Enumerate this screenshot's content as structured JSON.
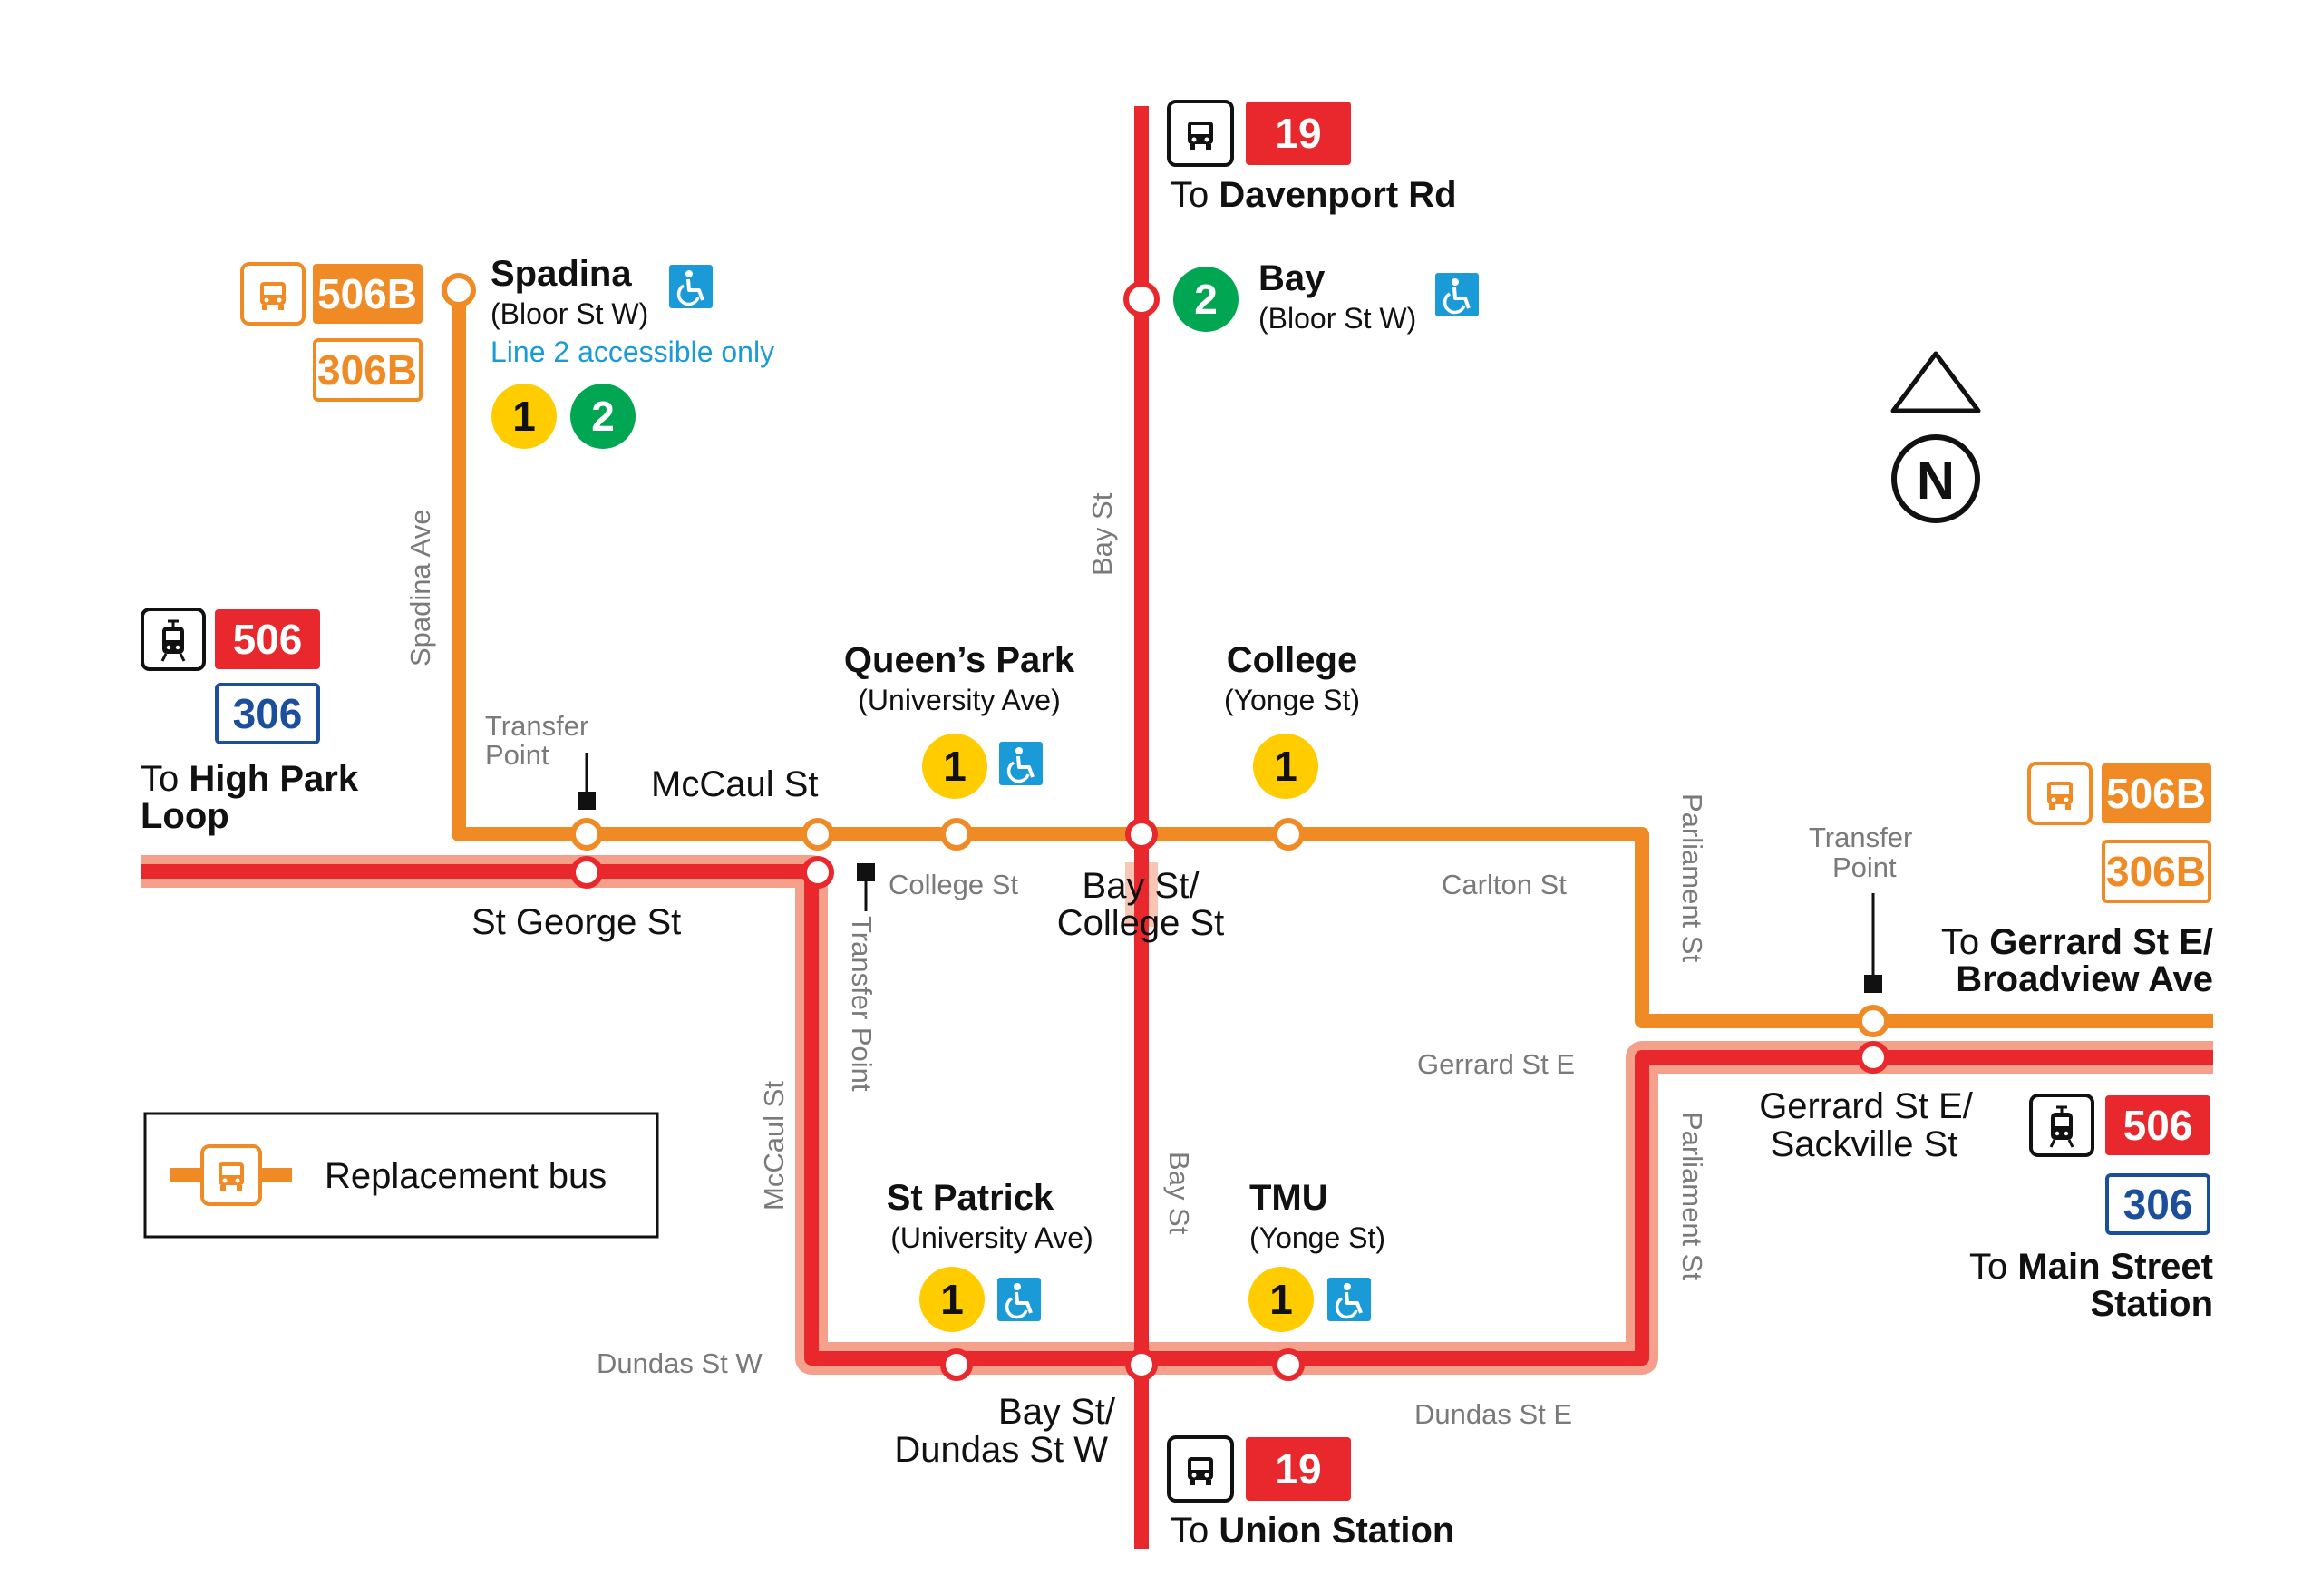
{
  "colors": {
    "streetcar_red": "#e8282c",
    "streetcar_halo": "#f5a08a",
    "replacement_orange": "#f08a24",
    "line1_yellow": "#ffcc00",
    "line2_green": "#00a651",
    "accessible_blue": "#1a9bd7",
    "route306_blue": "#1b4f9c"
  },
  "stations": {
    "spadina": {
      "name": "Spadina",
      "sub": "(Bloor St W)",
      "note": "Line 2 accessible only",
      "lines": [
        "1",
        "2"
      ]
    },
    "bay": {
      "name": "Bay",
      "sub": "(Bloor St W)",
      "lines": [
        "2"
      ]
    },
    "queens_park": {
      "name": "Queen’s Park",
      "sub": "(University Ave)",
      "lines": [
        "1"
      ]
    },
    "college": {
      "name": "College",
      "sub": "(Yonge St)",
      "lines": [
        "1"
      ]
    },
    "st_patrick": {
      "name": "St Patrick",
      "sub": "(University Ave)",
      "lines": [
        "1"
      ]
    },
    "tmu": {
      "name": "TMU",
      "sub": "(Yonge St)",
      "lines": [
        "1"
      ]
    }
  },
  "stops": {
    "mccaul": "McCaul St",
    "st_george": "St George St",
    "bay_college_1": "Bay St/",
    "bay_college_2": "College St",
    "bay_dundas_1": "Bay St/",
    "bay_dundas_2": "Dundas St W",
    "gerrard_sackville_1": "Gerrard St E/",
    "gerrard_sackville_2": "Sackville St"
  },
  "streets": {
    "spadina_ave": "Spadina Ave",
    "bay_st_north": "Bay St",
    "bay_st_south": "Bay St",
    "college_st": "College St",
    "carlton_st": "Carlton St",
    "parliament_north": "Parliament St",
    "parliament_south": "Parliament St",
    "gerrard_st_e": "Gerrard St E",
    "mccaul_st": "McCaul St",
    "dundas_st_w": "Dundas St W",
    "dundas_st_e": "Dundas St E"
  },
  "transfer_points": {
    "west_1": "Transfer",
    "west_2": "Point",
    "mccaul": "Transfer Point",
    "east_1": "Transfer",
    "east_2": "Point"
  },
  "routes": {
    "r19": "19",
    "r506": "506",
    "r306": "306",
    "r506b": "506B",
    "r306b": "306B"
  },
  "destinations": {
    "north": {
      "prefix": "To ",
      "name": "Davenport Rd"
    },
    "south": {
      "prefix": "To ",
      "name": "Union Station"
    },
    "west": {
      "prefix": "To ",
      "name_1": "High Park",
      "name_2": "Loop"
    },
    "east_bus": {
      "prefix": "To ",
      "name_1": "Gerrard St E/",
      "name_2": "Broadview Ave"
    },
    "east_car": {
      "prefix": "To ",
      "name_1": "Main Street",
      "name_2": "Station"
    }
  },
  "compass": {
    "label": "N"
  },
  "legend": {
    "label": "Replacement bus"
  },
  "icons": [
    "bus-icon",
    "streetcar-icon",
    "accessible-icon",
    "north-arrow-icon"
  ]
}
